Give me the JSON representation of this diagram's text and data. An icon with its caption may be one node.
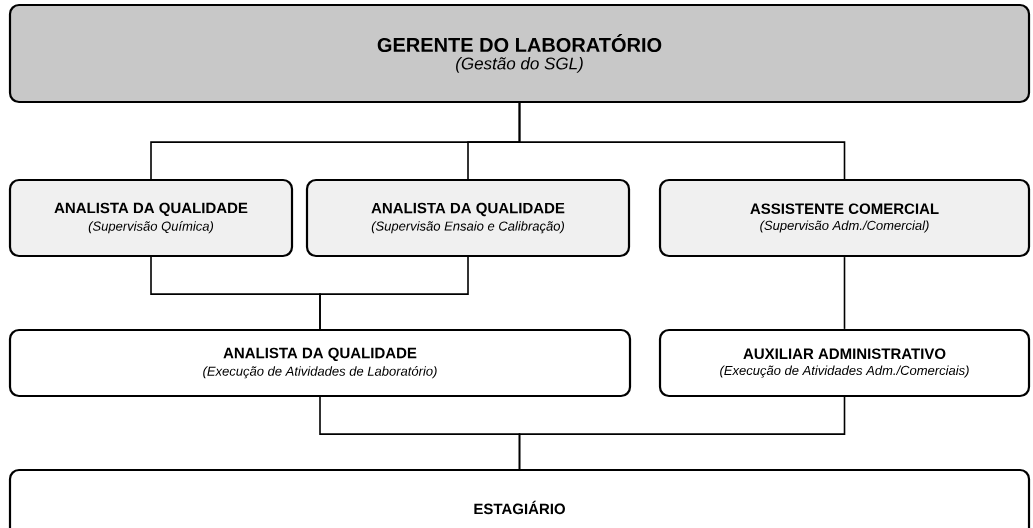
{
  "diagram": {
    "nodes": [
      {
        "text": [
          "GERENTE DO LABORATÓRIO",
          "(Gestão do SGL)"
        ]
      },
      {
        "text": [
          "ANALISTA DA QUALIDADE",
          "(Supervisão Química)"
        ]
      },
      {
        "text": [
          "ANALISTA DA QUALIDADE",
          "(Supervisão Ensaio e Calibração)"
        ]
      },
      {
        "text": [
          "ASSISTENTE COMERCIAL",
          "(Supervisão Adm./Comercial)"
        ]
      },
      {
        "text": [
          "ANALISTA DA QUALIDADE",
          "(Execução de Atividades de Laboratório)"
        ]
      },
      {
        "text": [
          "AUXILIAR ADMINISTRATIVO",
          "(Execução de Atividades Adm./Comerciais)"
        ]
      },
      {
        "text": [
          "ESTAGIÁRIO"
        ]
      }
    ],
    "edges": [
      {
        "from": 0,
        "to": 1,
        "arrow": "none"
      },
      {
        "from": 0,
        "to": 2,
        "arrow": "none"
      },
      {
        "from": 0,
        "to": 3,
        "arrow": "none"
      },
      {
        "from": 1,
        "to": 4,
        "arrow": "none"
      },
      {
        "from": 2,
        "to": 4,
        "arrow": "none"
      },
      {
        "from": 3,
        "to": 5,
        "arrow": "none"
      },
      {
        "from": 4,
        "to": 6,
        "arrow": "none"
      },
      {
        "from": 5,
        "to": 6,
        "arrow": "none"
      }
    ]
  }
}
